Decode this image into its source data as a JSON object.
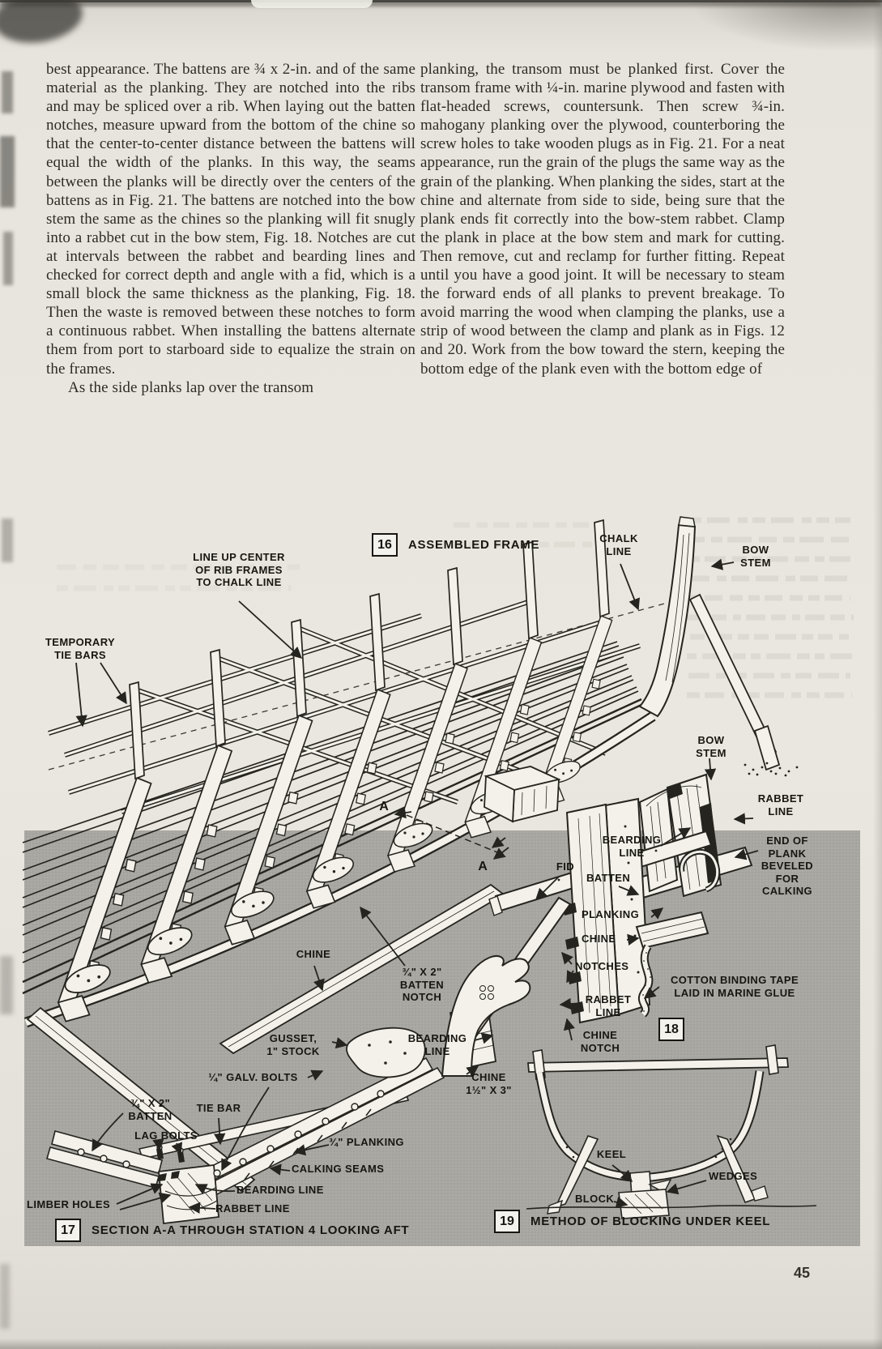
{
  "page": {
    "number": "45"
  },
  "article": {
    "left": {
      "p1": "best appearance. The battens are ¾ x 2-in. and of the same material as the planking. They are notched into the ribs and may be spliced over a rib. When laying out the batten notches, measure upward from the bottom of the chine so that the center-to-center distance between the battens will equal the width of the planks. In this way, the seams between the planks will be directly over the centers of the battens as in Fig. 21. The battens are notched into the bow stem the same as the chines so the planking will fit snugly into a rabbet cut in the bow stem, Fig. 18. Notches are cut at intervals between the rabbet and bearding lines and checked for correct depth and angle with a fid, which is a small block the same thickness as the planking, Fig. 18. Then the waste is removed between these notches to form a continuous rabbet. When installing the battens alternate them from port to starboard side to equalize the strain on the frames.",
      "p2": "As the side planks lap over the transom"
    },
    "right": {
      "p1": "planking, the transom must be planked first. Cover the transom frame with ¼-in. marine plywood and fasten with flat-headed screws, countersunk. Then screw ¾-in. mahogany planking over the plywood, counterboring the screw holes to take wooden plugs as in Fig. 21. For a neat appearance, run the grain of the plugs the same way as the grain of the planking. When planking the sides, start at the chine and alternate from side to side, being sure that the plank ends fit correctly into the bow-stem rabbet. Clamp the plank in place at the bow stem and mark for cutting. Then remove, cut and reclamp for further fitting. Repeat until you have a good joint. It will be necessary to steam the forward ends of all planks to prevent breakage. To avoid marring the wood when clamping the planks, use a strip of wood between the clamp and plank as in Figs. 12 and 20. Work from the bow toward the stern, keeping the bottom edge of the plank even with the bottom edge of"
    }
  },
  "fig16": {
    "number": "16",
    "caption": "ASSEMBLED FRAME",
    "labels": {
      "line_up": "LINE UP CENTER\nOF RIB FRAMES\nTO CHALK LINE",
      "chalk_line": "CHALK\nLINE",
      "bow_stem": "BOW\nSTEM",
      "temporary_tie_bars": "TEMPORARY\nTIE BARS",
      "a1": "A",
      "a2": "A"
    }
  },
  "fig18": {
    "number": "18",
    "labels": {
      "bow_stem": "BOW\nSTEM",
      "rabbet_line_upper": "RABBET\nLINE",
      "bearding_line": "BEARDING\nLINE",
      "end_of_plank": "END OF\nPLANK\nBEVELED\nFOR\nCALKING",
      "fid": "FID",
      "batten": "BATTEN",
      "planking": "PLANKING",
      "chine": "CHINE",
      "notches": "NOTCHES",
      "rabbet_line": "RABBET\nLINE",
      "chine_notch": "CHINE\nNOTCH",
      "cotton_tape": "COTTON BINDING TAPE\nLAID IN MARINE GLUE"
    }
  },
  "fig17": {
    "number": "17",
    "caption": "SECTION A-A THROUGH STATION 4 LOOKING AFT",
    "labels": {
      "chine": "CHINE",
      "batten_notch": "¾\" X 2\"\nBATTEN\nNOTCH",
      "bearding_line_right": "BEARDING\nLINE",
      "gusset": "GUSSET,\n1\" STOCK",
      "galv_bolts": "¼\" GALV. BOLTS",
      "chine_size": "CHINE\n1½\" X 3\"",
      "batten": "¾\" X 2\"\nBATTEN",
      "tie_bar": "TIE BAR",
      "lag_bolts": "LAG BOLTS",
      "planking": "¾\" PLANKING",
      "calking_seams": "CALKING SEAMS",
      "bearding_line": "BEARDING LINE",
      "rabbet_line": "RABBET LINE",
      "limber_holes": "LIMBER HOLES"
    }
  },
  "fig19": {
    "number": "19",
    "caption": "METHOD OF BLOCKING UNDER KEEL",
    "labels": {
      "keel": "KEEL",
      "wedges": "WEDGES",
      "block": "BLOCK"
    }
  }
}
